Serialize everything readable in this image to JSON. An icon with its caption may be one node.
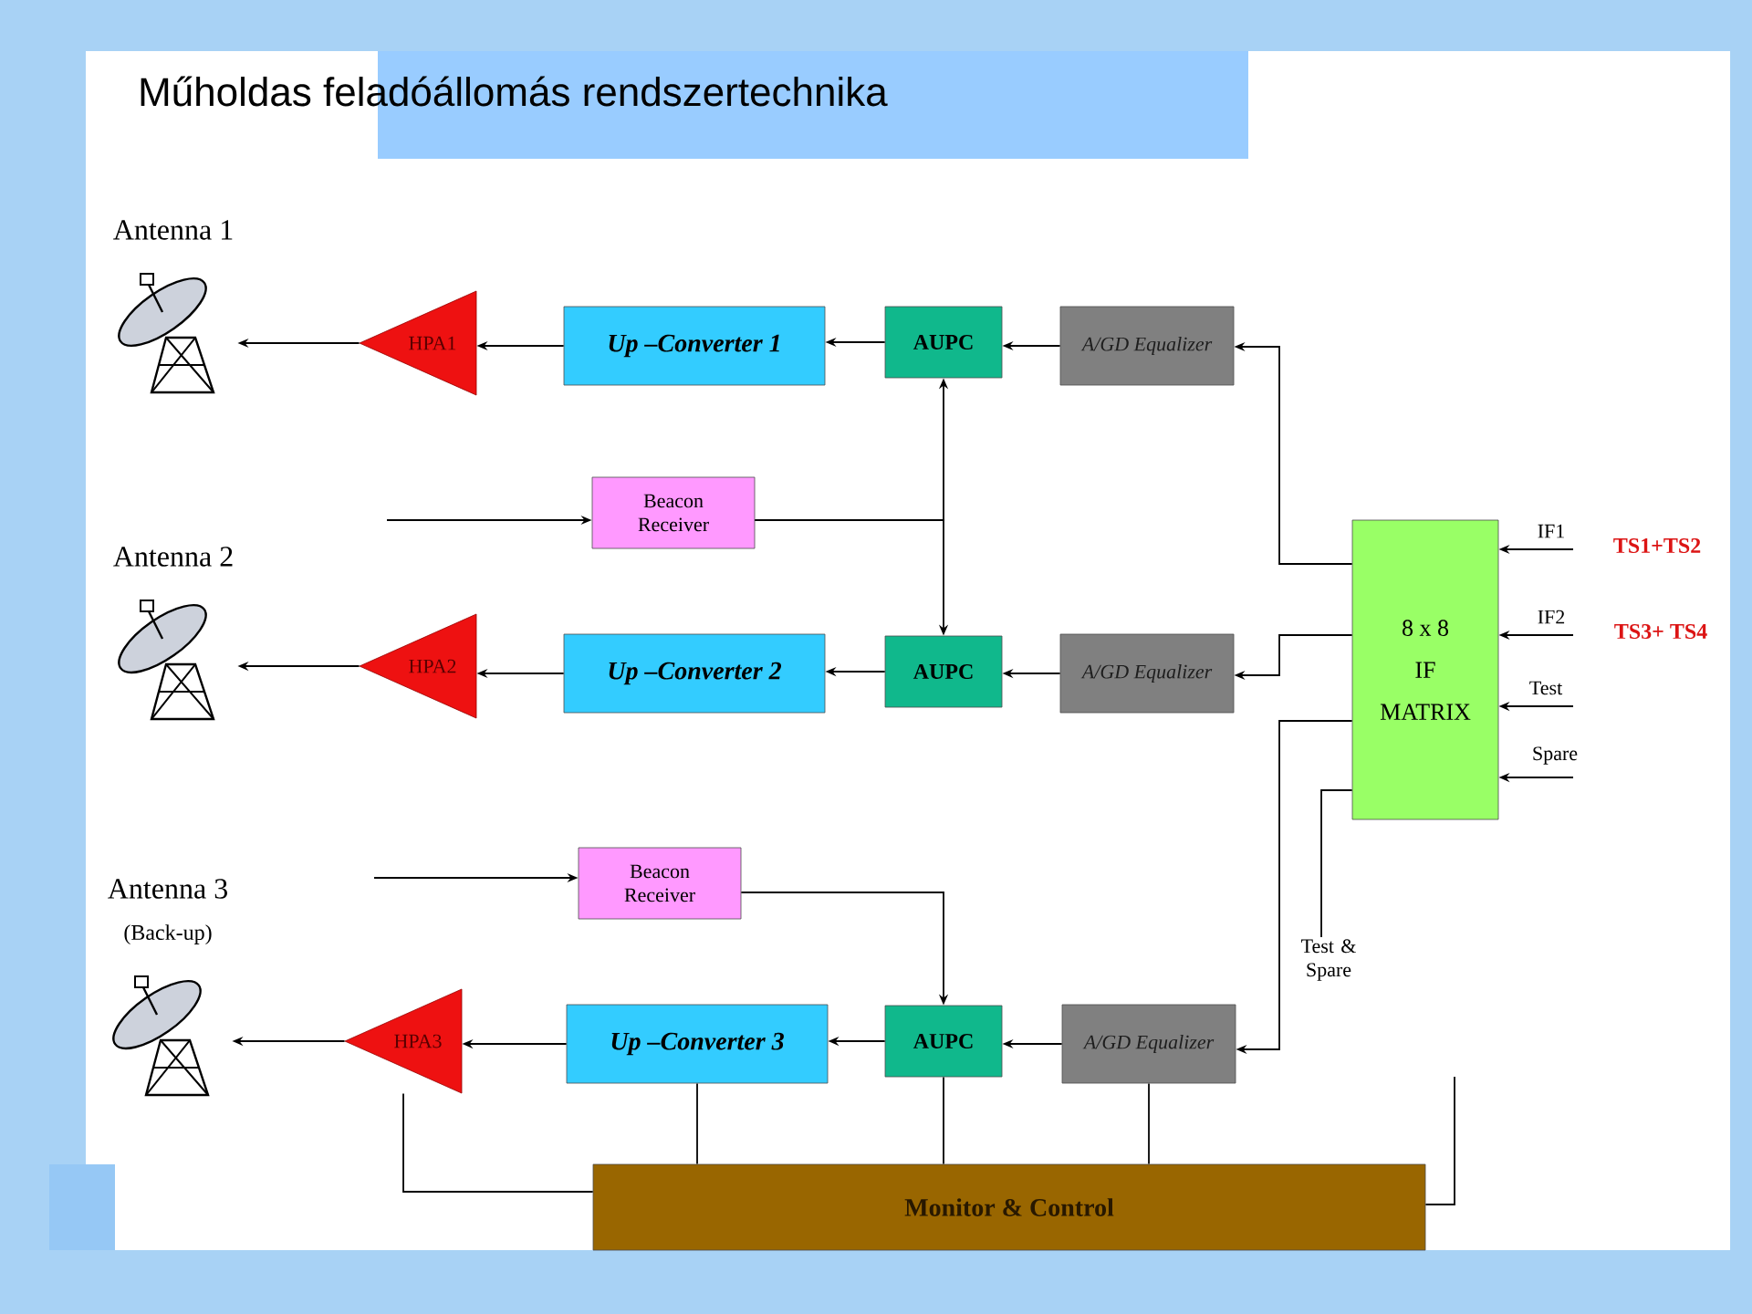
{
  "diagram": {
    "title": "Műholdas feladóállomás rendszertechnika",
    "nodes": [
      {
        "text": [
          "Antenna 1"
        ]
      },
      {
        "text": [
          "HPA1"
        ]
      },
      {
        "text": [
          "Up –Converter 1"
        ]
      },
      {
        "text": [
          "AUPC"
        ]
      },
      {
        "text": [
          "A/GD Equalizer"
        ]
      },
      {
        "text": [
          "Beacon Receiver"
        ]
      },
      {
        "text": [
          "Antenna 2"
        ]
      },
      {
        "text": [
          "HPA2"
        ]
      },
      {
        "text": [
          "Up –Converter 2"
        ]
      },
      {
        "text": [
          "AUPC"
        ]
      },
      {
        "text": [
          "A/GD Equalizer"
        ]
      },
      {
        "text": [
          "8 x 8",
          "IF",
          "MATRIX"
        ]
      },
      {
        "text": [
          "Beacon Receiver"
        ]
      },
      {
        "text": [
          "Antenna 3",
          "(Back-up)"
        ]
      },
      {
        "text": [
          "HPA3"
        ]
      },
      {
        "text": [
          "Up –Converter 3"
        ]
      },
      {
        "text": [
          "AUPC"
        ]
      },
      {
        "text": [
          "A/GD Equalizer"
        ]
      },
      {
        "text": [
          "Test & Spare"
        ]
      },
      {
        "text": [
          "Monitor & Control"
        ]
      }
    ],
    "edges": [
      {
        "from": 1,
        "to": 0,
        "arrow": "to"
      },
      {
        "from": 2,
        "to": 1,
        "arrow": "to"
      },
      {
        "from": 3,
        "to": 2,
        "arrow": "to"
      },
      {
        "from": 4,
        "to": 3,
        "arrow": "to"
      },
      {
        "from": 11,
        "to": 4,
        "arrow": "to"
      },
      {
        "from": null,
        "to": 5,
        "arrow": "to"
      },
      {
        "from": 5,
        "to": 3,
        "arrow": "to"
      },
      {
        "from": 5,
        "to": 9,
        "arrow": "to"
      },
      {
        "from": 7,
        "to": 6,
        "arrow": "to"
      },
      {
        "from": 8,
        "to": 7,
        "arrow": "to"
      },
      {
        "from": 9,
        "to": 8,
        "arrow": "to"
      },
      {
        "from": 10,
        "to": 9,
        "arrow": "to"
      },
      {
        "from": 11,
        "to": 10,
        "arrow": "to"
      },
      {
        "from": null,
        "to": 12,
        "arrow": "to"
      },
      {
        "from": 12,
        "to": 16,
        "arrow": "to"
      },
      {
        "from": 14,
        "to": 13,
        "arrow": "to"
      },
      {
        "from": 15,
        "to": 14,
        "arrow": "to"
      },
      {
        "from": 16,
        "to": 15,
        "arrow": "to"
      },
      {
        "from": 17,
        "to": 16,
        "arrow": "to"
      },
      {
        "from": 11,
        "to": 17,
        "arrow": "to"
      },
      {
        "from": 11,
        "to": 18,
        "arrow": "none"
      },
      {
        "from": 14,
        "to": 19,
        "arrow": "none"
      },
      {
        "from": 15,
        "to": 19,
        "arrow": "none"
      },
      {
        "from": 16,
        "to": 19,
        "arrow": "none"
      },
      {
        "from": 17,
        "to": 19,
        "arrow": "none"
      },
      {
        "from": 19,
        "to": null,
        "arrow": "none"
      },
      {
        "from": null,
        "to": 11,
        "arrow": "to",
        "label": "IF1"
      },
      {
        "from": null,
        "to": 11,
        "arrow": "to",
        "label": "IF2"
      },
      {
        "from": null,
        "to": 11,
        "arrow": "to",
        "label": "Test"
      },
      {
        "from": null,
        "to": 11,
        "arrow": "to",
        "label": "Spare"
      }
    ],
    "labels": [
      "TS1+TS2",
      "TS3+ TS4"
    ]
  }
}
